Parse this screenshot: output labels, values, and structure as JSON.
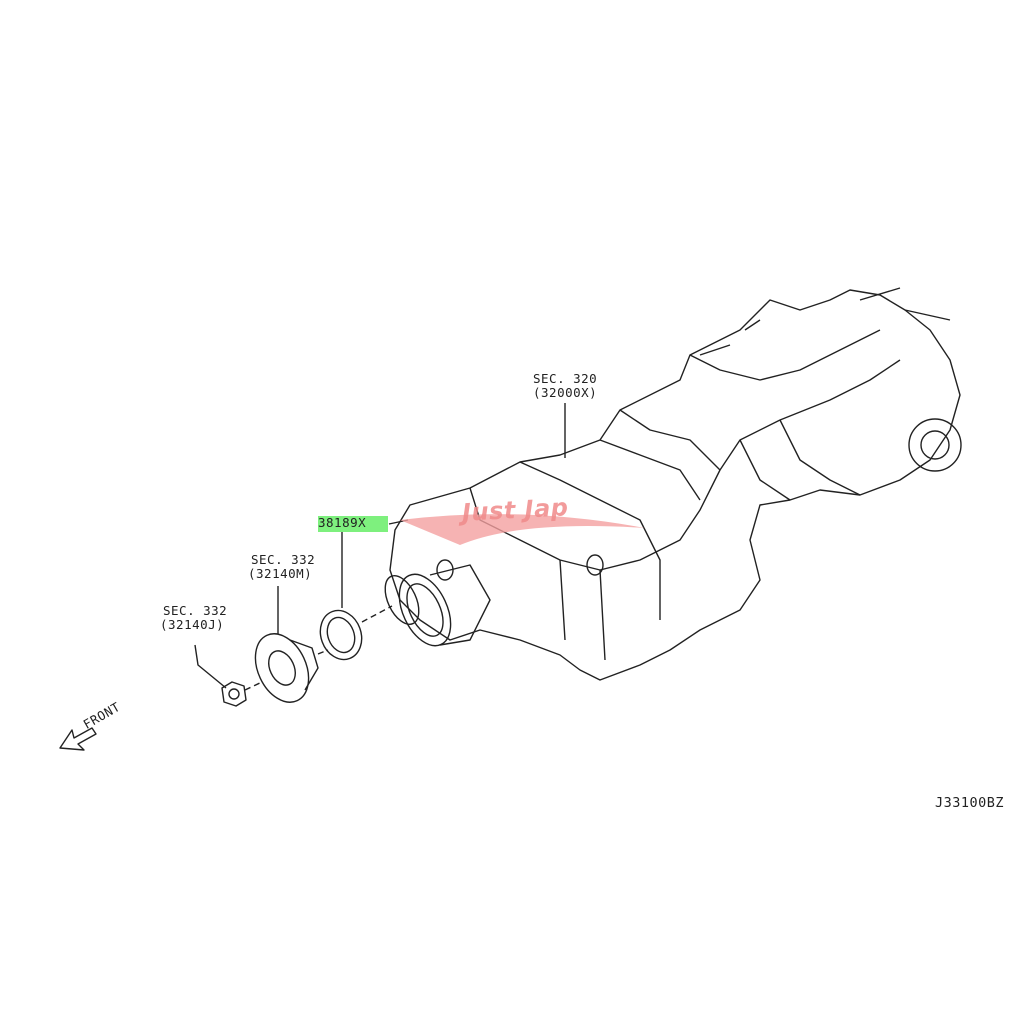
{
  "diagram": {
    "callouts": [
      {
        "section": "SEC. 320",
        "part": "(32000X)"
      },
      {
        "part_number": "38189X",
        "highlight_color": "#7ef07e"
      },
      {
        "section": "SEC. 332",
        "part": "(32140M)"
      },
      {
        "section": "SEC. 332",
        "part": "(32140J)"
      }
    ],
    "direction_label": "FRONT",
    "diagram_code": "J33100BZ",
    "watermark": "Just Jap",
    "watermark_color": "#f08a8a"
  }
}
